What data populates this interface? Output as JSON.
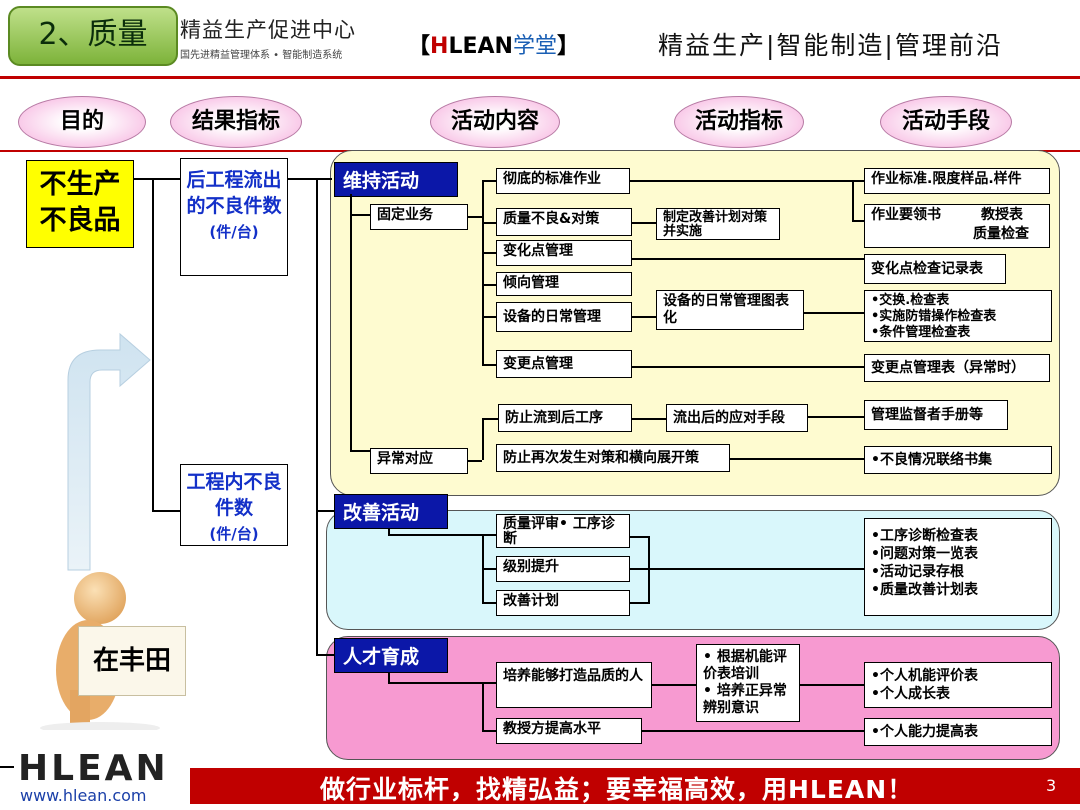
{
  "header": {
    "title": "2、质量",
    "org_name": "精益生产促进中心",
    "org_sub": "国先进精益管理体系 • 智能制造系统",
    "brand_h": "H",
    "brand_rest": "LEAN",
    "brand_school": "学堂",
    "brand_open": "【",
    "brand_close": "】",
    "slogan": "精益生产|智能制造|管理前沿"
  },
  "columns": [
    "目的",
    "结果指标",
    "活动内容",
    "活动指标",
    "活动手段"
  ],
  "purpose": {
    "line1": "不生产",
    "line2": "不良品"
  },
  "results": [
    {
      "text": "后工程流出的不良件数",
      "unit": "(件/台)"
    },
    {
      "text": "工程内不良件数",
      "unit": "(件/台)"
    }
  ],
  "sections": {
    "maintain": "维持活动",
    "improve": "改善活动",
    "talent": "人才育成"
  },
  "maintain": {
    "fixed": "固定业务",
    "abnormal": "异常对应",
    "items": [
      "彻底的标准作业",
      "质量不良&对策",
      "变化点管理",
      "倾向管理",
      "设备的日常管理",
      "变更点管理",
      "防止流到后工序",
      "防止再次发生对策和横向展开策"
    ],
    "indicators": [
      "制定改善计划对策并实施",
      "设备的日常管理图表化",
      "流出后的应对手段"
    ],
    "means": [
      "作业标准.限度样品.样件",
      "作业要领书",
      "教授表",
      "质量检查",
      "变化点检查记录表",
      "•交换.检查表",
      "•实施防错操作检查表",
      "•条件管理检查表",
      "变更点管理表（异常时）",
      "管理监督者手册等",
      "•不良情况联络书集"
    ]
  },
  "improve": {
    "items": [
      "质量评审• 工序诊断",
      "级别提升",
      "改善计划"
    ],
    "means": [
      "•工序诊断检查表",
      "•问题对策一览表",
      "•活动记录存根",
      "•质量改善计划表"
    ]
  },
  "talent": {
    "items": [
      "培养能够打造品质的人",
      "教授方提高水平"
    ],
    "indicator": [
      "• 根据机能评价表培训",
      "• 培养正异常辨别意识"
    ],
    "means": [
      "•个人机能评价表",
      "•个人成长表",
      "•个人能力提高表"
    ]
  },
  "figure": {
    "sign": "在丰田"
  },
  "footer": {
    "logo": "HLEAN",
    "url": "www.hlean.com",
    "slogan": "做行业标杆，找精弘益；要幸福高效，用HLEAN！",
    "page": "3"
  },
  "colors": {
    "maintain_bg": "#fefbd0",
    "improve_bg": "#d9f7fb",
    "talent_bg": "#f79ad1",
    "section_bg": "#0b17a8",
    "accent": "#c00000"
  }
}
